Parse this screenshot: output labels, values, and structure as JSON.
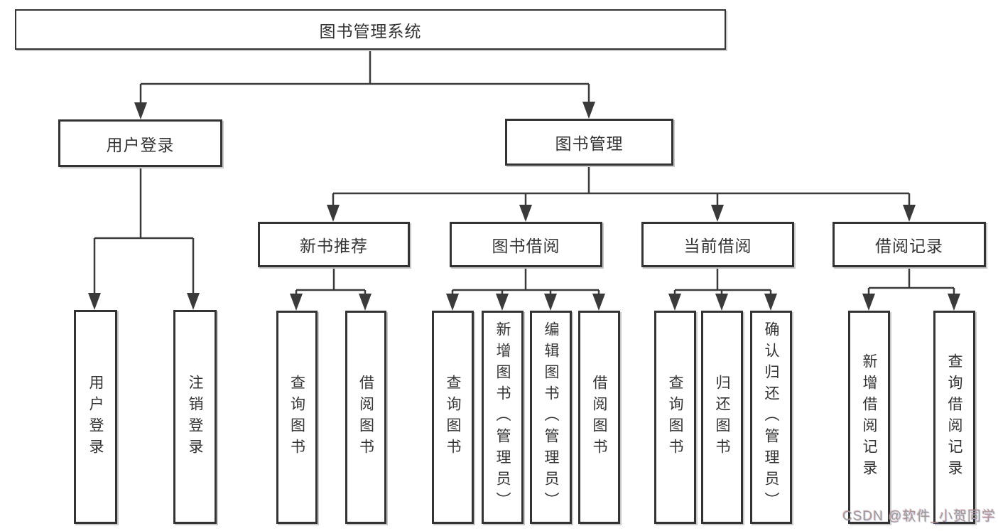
{
  "diagram": {
    "watermark": "CSDN @软件_小贺同学",
    "colors": {
      "line": "#3a3a3a",
      "box_border": "#333333",
      "box_background": "#ffffff",
      "text": "#333333",
      "watermark_text": "#9b9b9b"
    },
    "tree": {
      "label": "图书管理系统",
      "children": [
        {
          "label": "用户登录",
          "children": [
            {
              "label": "用户登录"
            },
            {
              "label": "注销登录"
            }
          ]
        },
        {
          "label": "图书管理",
          "children": [
            {
              "label": "新书推荐",
              "children": [
                {
                  "label": "查询图书"
                },
                {
                  "label": "借阅图书"
                }
              ]
            },
            {
              "label": "图书借阅",
              "children": [
                {
                  "label": "查询图书"
                },
                {
                  "label": "新增图书（管理员）"
                },
                {
                  "label": "编辑图书（管理员）"
                },
                {
                  "label": "借阅图书"
                }
              ]
            },
            {
              "label": "当前借阅",
              "children": [
                {
                  "label": "查询图书"
                },
                {
                  "label": "归还图书"
                },
                {
                  "label": "确认归还（管理员）"
                }
              ]
            },
            {
              "label": "借阅记录",
              "children": [
                {
                  "label": "新增借阅记录"
                },
                {
                  "label": "查询借阅记录"
                }
              ]
            }
          ]
        }
      ]
    }
  }
}
